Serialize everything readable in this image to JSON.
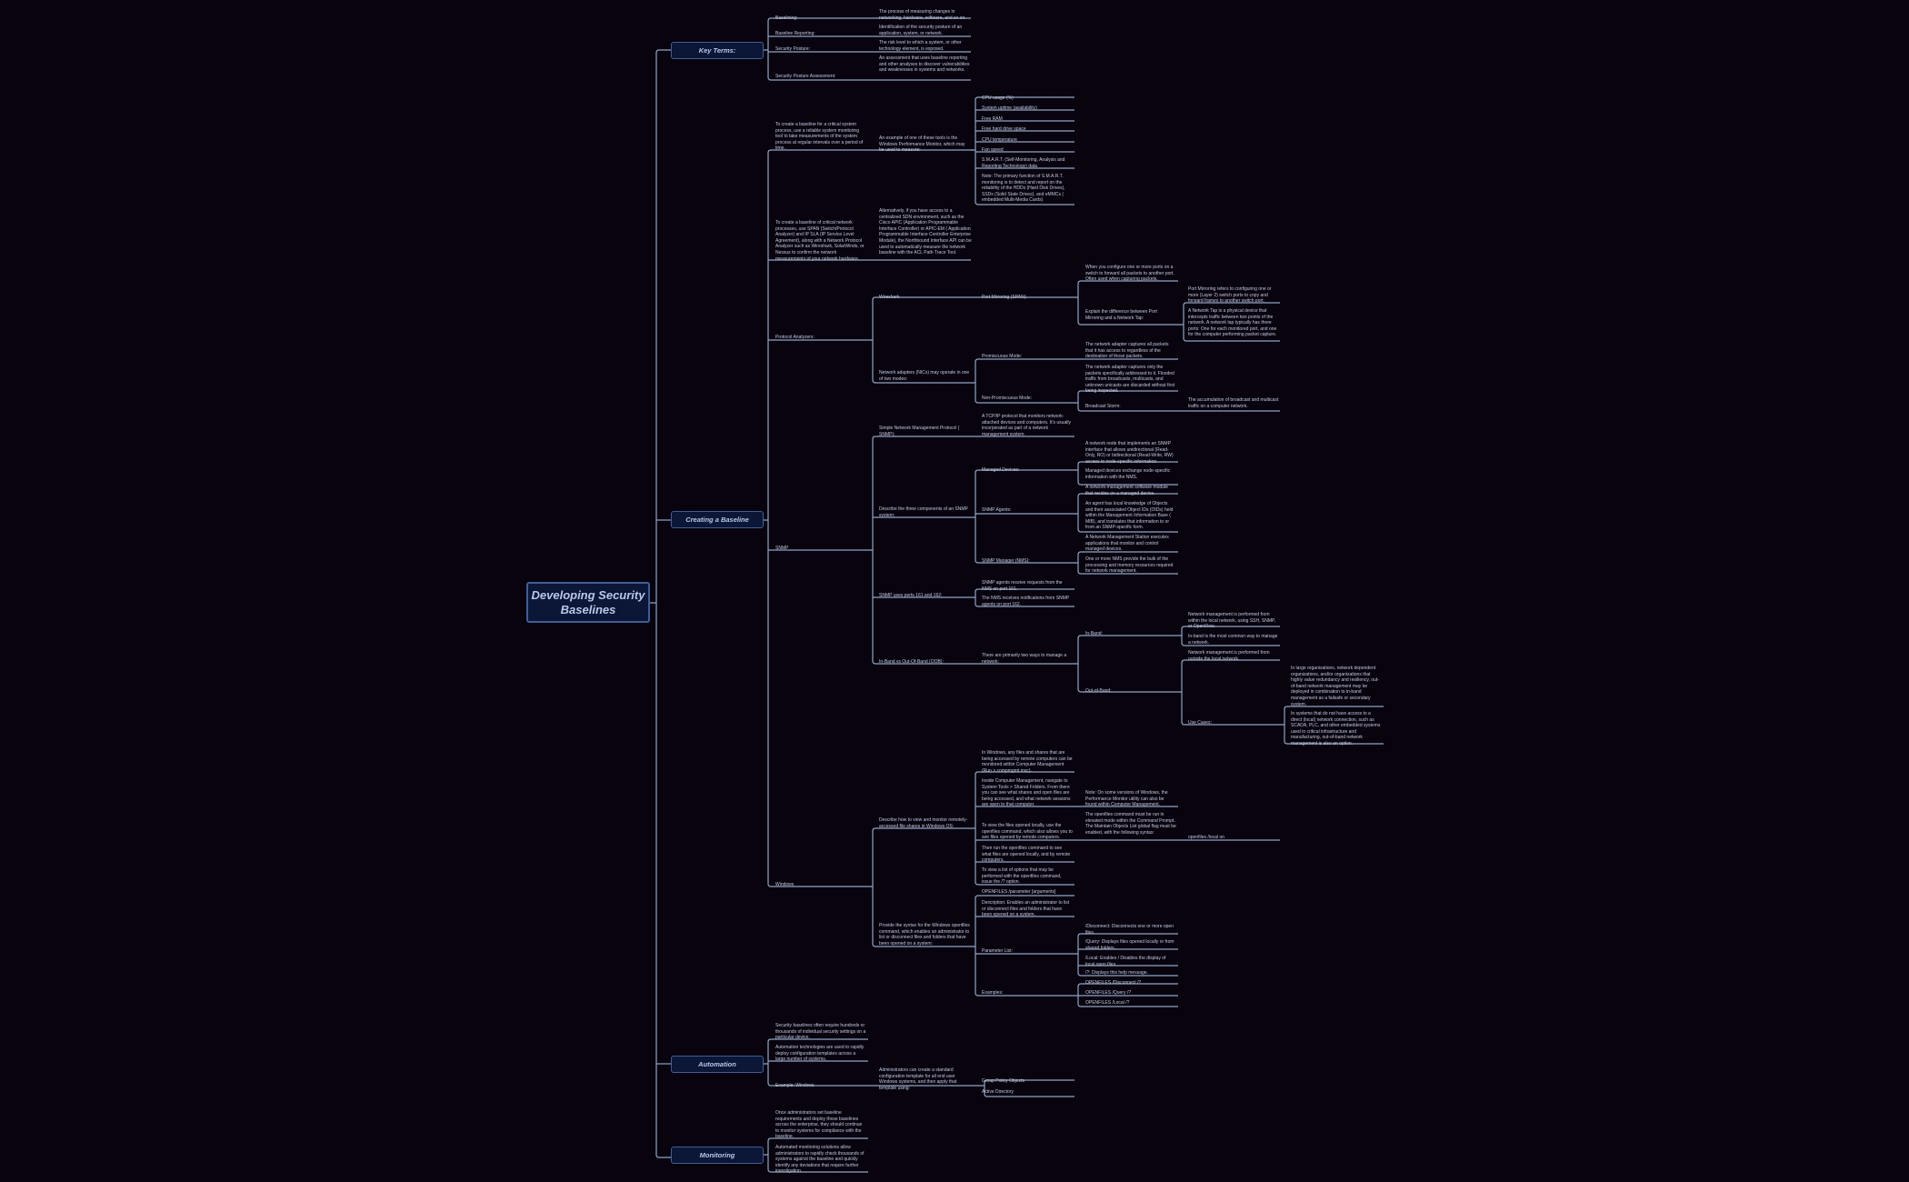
{
  "root": {
    "title": "Developing Security Baselines"
  },
  "topics": {
    "key_terms": "Key Terms:",
    "creating": "Creating a Baseline",
    "automation": "Automation",
    "monitoring": "Monitoring"
  },
  "key_terms": [
    {
      "term": "Baselining:",
      "def": "The process of measuring changes in networking, hardware, software, and so on."
    },
    {
      "term": "Baseline Reporting:",
      "def": "Identification of the security posture of an application, system, or network."
    },
    {
      "term": "Security Posture:",
      "def": "The risk level to which a system, or other technology element, is exposed."
    },
    {
      "term": "Security Posture Assessment:",
      "def": "An assessment that uses baseline reporting and other analyses to discover vulnerabilities and weaknesses in systems and networks."
    }
  ],
  "creating": {
    "critical_system": {
      "text": "To create a baseline for a critical system process, use a reliable system monitoring tool to take measurements of the system process at regular intervals over a period of time.",
      "example": "An example of one of these tools is the Windows Performance Monitor, which may be used to measure:",
      "metrics": [
        "CPU usage (%)",
        "System uptime (availability)",
        "Free RAM",
        "Free hard drive space",
        "CPU temperature",
        "Fan speed",
        "S.M.A.R.T. (Self-Monitoring, Analysis and Reporting Technology) data",
        "Note: The primary function of S.M.A.R.T. monitoring is to detect and report on the reliability of the HDDs (Hard Disk Drives), SSDs (Solid State Drives), and eMMCs ( embedded Multi-Media Cards)"
      ]
    },
    "critical_network": {
      "text": "To create a baseline of critical network processes, use SPAN (Switch/Protocol Analyzer) and IP SLA (IP Service Level Agreement), along with a Network Protocol Analyzer such as Wireshark, SolarWinds, or Nessus to confirm the network measurements of your network hardware.",
      "alt": "Alternatively, if you have access to a centralized SDN environment, such as the Cisco APIC (Application Programmable Interface Controller) or APIC-EM ( Application Programmable Interface Controller Enterprise Module), the Northbound Interface API can be used to automatically measure the network baseline with the ACL Path Trace Tool."
    },
    "protocol_analyzers": {
      "label": "Protocol Analyzers:",
      "wireshark": "Wireshark",
      "port_mirroring": "Port Mirroring (SPAN):",
      "pm_def": "When you configure one or more ports on a switch to forward all packets to another port. Often used when capturing packets.",
      "explain": "Explain the difference between Port Mirroring and a Network Tap:",
      "pm_explain": "Port Mirroring refers to configuring one or more (Layer 2) switch ports to copy and forward frames to another switch port.",
      "tap_explain": "A Network Tap is a physical device that intercepts traffic between two points of the network. A network tap typically has three ports: One for each monitored port, and one for the computer performing packet capture.",
      "nic_modes": "Network adapters (NICs) may operate in one of two modes:",
      "promiscuous": "Promiscuous Mode:",
      "promiscuous_def": "The network adapter captures all packets that it has access to regardless of the destination of those packets.",
      "non_promiscuous": "Non-Promiscuous Mode:",
      "non_promiscuous_def": "The network adapter captures only the packets specifically addressed to it. Flooded traffic from broadcasts, multicasts, and unknown unicasts are discarded without first being inspected.",
      "broadcast_storm": "Broadcast Storm:",
      "broadcast_storm_def": "The accumulation of broadcast and multicast traffic on a computer network."
    },
    "snmp": {
      "label": "SNMP",
      "name": "Simple Network Management Protocol ( SNMP):",
      "name_def": "A TCP/IP protocol that monitors network-attached devices and computers. It's usually incorporated as part of a network management system.",
      "components": "Describe the three components of an SNMP system:",
      "managed_devices": "Managed Devices:",
      "md_1": "A network node that implements an SNMP interface that allows unidirectional (Read-Only, RO) or bidirectional (Read-Write, RW) access to node-specific information.",
      "md_2": "Managed devices exchange node-specific information with the NMS.",
      "agents": "SNMP Agents:",
      "ag_1": "A network-management software module that resides on a managed device.",
      "ag_2": "An agent has local knowledge of Objects and their associated Object IDs (OIDs) held within the Management Information Base ( MIB), and translates that information to or from an SNMP-specific form.",
      "manager": "SNMP Manager (NMS):",
      "mg_1": "A Network Management Station executes applications that monitor and control managed devices.",
      "mg_2": "One or more NMS provide the bulk of the processing and memory resources required for network management.",
      "ports": "SNMP uses ports 161 and 162:",
      "port_161": "SNMP agents receive requests from the NMS on port 161.",
      "port_162": "The NMS receives notifications from SNMP agents on port 162.",
      "oob": "In-Band vs Out-Of-Band (OOB):",
      "two_ways": "There are primarily two ways to manage a network:",
      "in_band": "In-Band:",
      "ib_1": "Network management is performed from within the local network, using SSH, SNMP, or OpenFlow.",
      "ib_2": "In-band is the most common way to manage a network.",
      "out_band": "Out-of-Band:",
      "ob_1": "Network management is performed from outside the local network.",
      "use_cases": "Use Cases:",
      "uc_1": "In large organizations, network dependent organizations, and/or organizations that highly value redundancy and resiliency, out-of-band network management may be deployed in combination to in-band management as a failsafe or secondary system.",
      "uc_2": "In systems that do not have access to a direct (local) network connection, such as SCADA, PLC, and other embedded systems used in critical infrastructure and manufacturing, out-of-band network management is also an option."
    },
    "windows": {
      "label": "Windows",
      "describe": "Describe how to view and monitor remotely-accessed file shares in Windows OS:",
      "w1": "In Windows, any files and shares that are being accessed by remote computers can be monitored within Computer Management (Run > compmgmt.msc).",
      "w2": "Inside Computer Management, navigate to System Tools > Shared Folders. From there you can see what shares and open files are being accessed, and what network sessions are open to that computer.",
      "w2_note": "Note: On some versions of Windows, the Performance Monitor utility can also be found within Computer Management.",
      "w3": "To view the files opened locally, use the openfiles command, which also allows you to see files opened by remote computers.",
      "w3_note": "The openfiles command must be run in elevated mode within the Command Prompt. The Maintain Objects List global flag must be enabled, with the following syntax:",
      "w3_cmd": "openfiles /local on",
      "w4": "Then run the openfiles command to see what files are opened locally, and by remote computers.",
      "w5": "To view a list of options that may be performed with the openfiles command, issue the /? option.",
      "syntax": "Provide the syntax for the Windows openfiles command, which enables an administrator to list or disconnect files and folders that have been opened on a system:",
      "s1": "OPENFILES /parameter [arguments]",
      "s2": "Description: Enables an administrator to list or disconnect files and folders that have been opened on a system.",
      "param_list": "Parameter List:",
      "p1": "/Disconnect: Disconnects one or more open files.",
      "p2": "/Query: Displays files opened locally or from shared folders.",
      "p3": "/Local: Enables / Disables the display of local open files.",
      "p4": "/?: Displays this help message.",
      "examples": "Examples:",
      "e1": "OPENFILES /Disconnect /?",
      "e2": "OPENFILES /Query /?",
      "e3": "OPENFILES /Local /?"
    }
  },
  "automation": {
    "a1": "Security baselines often require hundreds or thousands of individual security settings on a particular device.",
    "a2": "Automation technologies are used to rapidly deploy configuration templates across a large number of systems.",
    "example": "Example: Windows",
    "example_def": "Administrators can create a standard configuration template for all end user Windows systems, and then apply that template using:",
    "gpo": "Group Policy Objects",
    "ad": "Active Directory"
  },
  "monitoring": {
    "m1": "Once administrators set baseline requirements and deploy those baselines across the enterprise, they should continue to monitor systems for compliance with the baseline.",
    "m2": "Automated monitoring solutions allow administrators to rapidly check thousands of systems against the baseline and quickly identify any deviations that require further investigation."
  },
  "colors": {
    "background": "#08030d",
    "node_fill": "#0c1636",
    "node_border": "#3d5e9a",
    "line": "#9fb4d8",
    "text": "#c2cbe0"
  }
}
